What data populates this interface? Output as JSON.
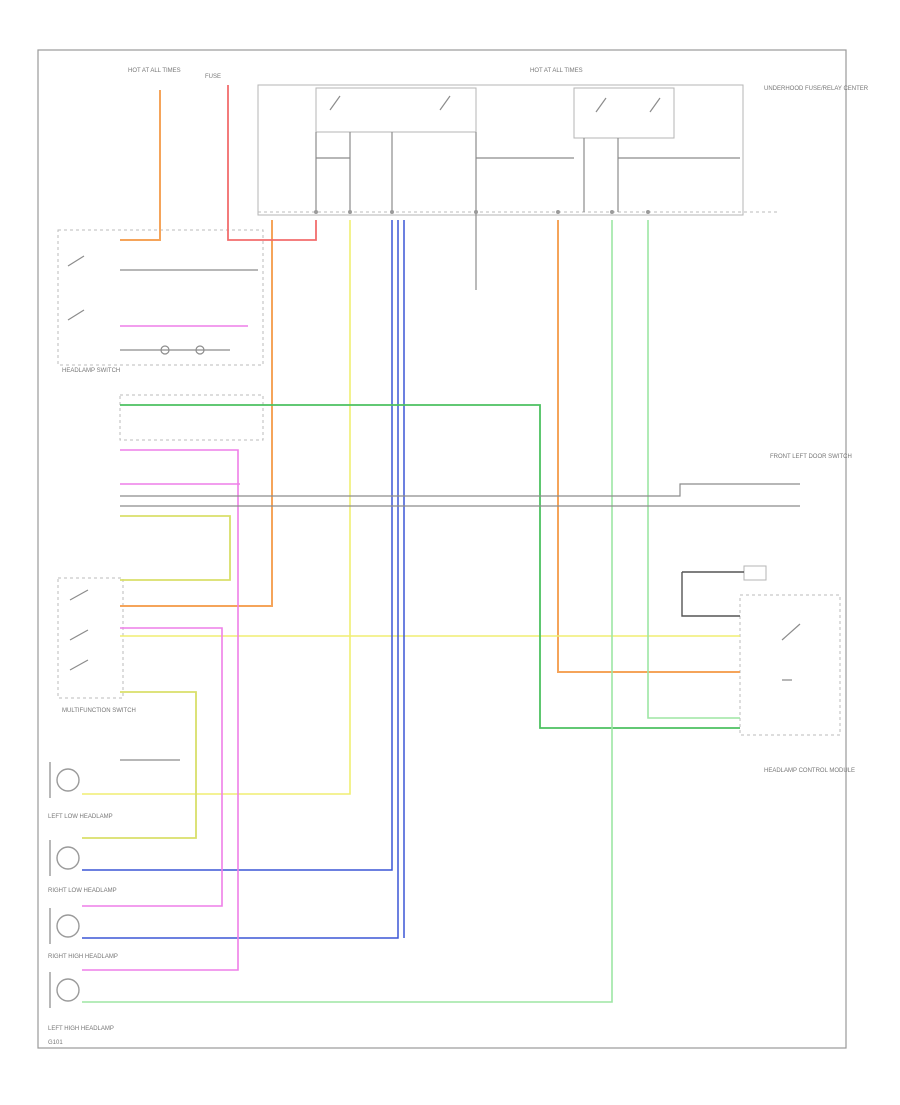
{
  "diagram": {
    "labels": {
      "hot_feed_1": "HOT AT ALL TIMES",
      "hot_feed_2": "HOT AT ALL TIMES",
      "fuse_label": "FUSE",
      "headlamp_switch": "HEADLAMP SWITCH",
      "multifunction_switch": "MULTIFUNCTION SWITCH",
      "left_low_headlamp": "LEFT LOW HEADLAMP",
      "right_low_headlamp": "RIGHT LOW HEADLAMP",
      "right_high_headlamp": "RIGHT HIGH HEADLAMP",
      "left_high_headlamp": "LEFT HIGH HEADLAMP",
      "front_left_door": "FRONT LEFT DOOR SWITCH",
      "underhood_fuse": "UNDERHOOD FUSE/RELAY CENTER",
      "headlamp_module": "HEADLAMP CONTROL MODULE",
      "ground": "G101"
    }
  }
}
